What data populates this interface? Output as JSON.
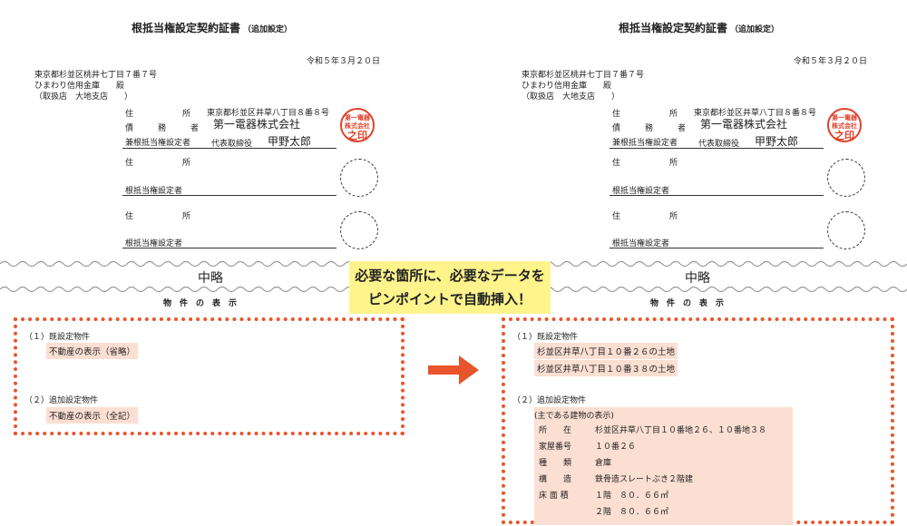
{
  "left": {
    "title": "根抵当権設定契約証書",
    "title_sub": "（追加設定）",
    "date": "令和５年３月２０日",
    "addressee": [
      "東京都杉並区桃井七丁目７番７号",
      "ひまわり信用金庫　　殿",
      "（取扱店　大地支店　　）"
    ],
    "label_address": "住　　　　　　所",
    "label_debtor": "債　　　務　　　者",
    "label_both": "兼根抵当権設定者",
    "label_setter": "根抵当権設定者",
    "debtor_address": "東京都杉並区井草八丁目８番８号",
    "company": "第一電器株式会社",
    "rep_title": "代表取締役",
    "rep_name": "甲野太郎",
    "seal": [
      "第一電器",
      "株式会社",
      "之印"
    ],
    "omitted": "中略",
    "property_heading": "物　件　の　表　示",
    "sec1": "（１）既設定物件",
    "sec1_items": [
      "不動産の表示（省略）"
    ],
    "sec2": "（２）追加設定物件",
    "sec2_items": [
      "不動産の表示（全記）"
    ]
  },
  "right": {
    "title": "根抵当権設定契約証書",
    "title_sub": "（追加設定）",
    "date": "令和５年３月２０日",
    "addressee": [
      "東京都杉並区桃井七丁目７番７号",
      "ひまわり信用金庫　　殿",
      "（取扱店　大地支店　　）"
    ],
    "label_address": "住　　　　　　所",
    "label_debtor": "債　　　務　　　者",
    "label_both": "兼根抵当権設定者",
    "label_setter": "根抵当権設定者",
    "debtor_address": "東京都杉並区井草八丁目８番８号",
    "company": "第一電器株式会社",
    "rep_title": "代表取締役",
    "rep_name": "甲野太郎",
    "seal": [
      "第一電器",
      "株式会社",
      "之印"
    ],
    "omitted": "中略",
    "property_heading": "物　件　の　表　示",
    "sec1": "（１）既設定物件",
    "sec1_items": [
      "杉並区井草八丁目１０番２６の土地",
      "杉並区井草八丁目１０番３８の土地"
    ],
    "sec2": "（２）追加設定物件",
    "building_heading": "(主である建物の表示)",
    "building": [
      [
        "所　　在",
        "杉並区井草八丁目１０番地２６、１０番地３８"
      ],
      [
        "家屋番号",
        "１０番２６"
      ],
      [
        "種　　類",
        "倉庫"
      ],
      [
        "構　　造",
        "鉄骨造スレートぶき２階建"
      ],
      [
        "床 面 積",
        "１階　８０．６６㎡"
      ],
      [
        "",
        "２階　８０．６６㎡"
      ]
    ]
  },
  "callout": [
    "必要な箇所に、必要なデータを",
    "ピンポイントで自動挿入！"
  ],
  "colors": {
    "accent": "#e8542c",
    "highlight": "#fbdfd2",
    "callout": "#fff48c"
  }
}
